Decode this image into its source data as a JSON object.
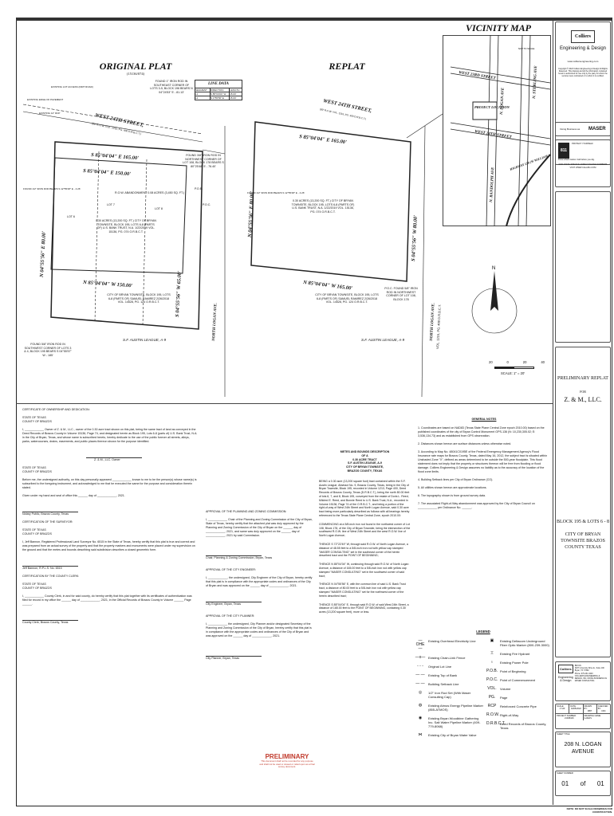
{
  "original_plat": {
    "title": "ORIGINAL PLAT",
    "subtitle": "(15136/074)",
    "street": "WEST 24TH STREET,",
    "street_sub": "(80' R.O.W. VOL. 1215, PG. 400 D.R.B.C.T.)",
    "labels": {
      "edge_pavement": "EXISTING EDGE OF PAVEMENT",
      "lot_access": "EXISTING LOT ACCESS (DIRT ROAD)",
      "rcp": "EXISTING 12\" RCP",
      "found_1in": "FOUND 1\" IRON ROD IN SOUTHEAST CORNER OF LOTS 3-5, BLOCK 196 BEARS N 04°24'53\" E - 81.13'",
      "found_38": "FOUND 3/8\" IRON ROD IN NORTHWEST CORNER OF LOT 108, BLOCK 178 BEARS S 80°25'48\" E - 76.40'",
      "found_12_left": "FOUND 1/2\" IRON ROD BEARS S 12°55'48\" E - 4.26'",
      "found_58": "FOUND 5/8\" IRON ROD IN SOUTHWEST CORNER OF LOTS 3 & 4, BLOCK 195 BEARS S 04°55'57\" W - 185'",
      "bearing_top": "S 85°04'04\" E 165.00'",
      "bearing_inner": "S 85°04'04\" E 150.00'",
      "bearing_bottom": "N 85°04'04\" W 150.00'",
      "bearing_left": "N 04°55'56\" E 80.00'",
      "bearing_right": "S 04°55'56\" W 65.00'",
      "row_abandon": "R.O.W. ABANDONMENT 0.08 ACRES (3,450 SQ. FT.)",
      "lot7": "LOT 7",
      "lot8": "LOT 8",
      "lot6": "LOT 6",
      "tract": "0.30 ACRES (13,200 SQ. FT.) CITY OF BRYAN TOWNSITE, BLOCK 195, LOTS 6-8 (PARTS OF) U.S. BANK TRUST, N.A. 1/22/2019 VOL. 15136, PG. 074 O.R.B.C.T.",
      "south_tract": "CITY OF BRYAN TOWNSITE, BLOCK 195, LOTS 6-8 (PARTS OF) SAMUEL RAMIREZ 2/26/2018 VOL. 14528, PG. 124 O.R.B.C.T.",
      "league": "S.F. AUSTIN LEAGUE, A-9",
      "logan": "NORTH LOGAN AVE.",
      "pob": "P.O.B.",
      "poc": "P.O.C."
    }
  },
  "line_data": {
    "title": "LINE DATA",
    "headers": [
      "SEGMENT",
      "DIRECTION",
      "LENGTH"
    ],
    "rows": [
      [
        "L1",
        "S 85°04'04\" W",
        "15.00'"
      ],
      [
        "L2",
        "N 4°55'56\" E",
        "15.00'"
      ]
    ]
  },
  "replat": {
    "title": "REPLAT",
    "street": "WEST 24TH STREET,",
    "street_sub": "(80' R.O.W. VOL. 1215, PG. 400 D.R.B.C.T.)",
    "bearing_top": "S 85°04'04\" E 165.00'",
    "bearing_bottom": "N 85°04'04\" W 165.00'",
    "bearing_left": "N 04°55'56\" E 80.00'",
    "bearing_right": "S 04°55'56\" W 80.00'",
    "tract": "0.30 ACRES (13,200 SQ. FT.) CITY OF BRYAN TOWNSITE, BLOCK 195, LOTS 6-8 (PARTS OF) U.S. BANK TRUST, N.A. 1/22/2019 VOL. 15136, PG. 074 O.R.B.C.T.",
    "south_tract": "CITY OF BRYAN TOWNSITE, BLOCK 195, LOTS 6-8 (PARTS OF) SAMUEL RAMIREZ 2/26/2018 VOL. 14528, PG. 124 O.R.B.C.T.",
    "league": "S.F. AUSTIN LEAGUE, A-9",
    "logan": "NORTH LOGAN AVE.",
    "logan_sub": "VOL. 1215, PG. 400 D.R.B.C.T.",
    "found_12": "FOUND 1/2\" IRON ROD BEARS S 12°55'48\" E - 4.26'",
    "found_58": "P.O.C. FOUND 5/8\" IRON ROD IN NORTHWEST CORNER OF LOT 108, BLOCK 178",
    "scale": "SCALE: 1\" = 20'",
    "scale_ticks": [
      "20",
      "0",
      "20",
      "40"
    ]
  },
  "vicinity": {
    "title": "VICINITY MAP",
    "streets": [
      "WEST 23RD STREET",
      "WEST 24TH STREET",
      "N. LOGAN AVE",
      "N. STERLING AVE",
      "N. RANDOLPH AVE",
      "HIGHWAY 158 (W WILLIAM J BRYAN PKWY)"
    ],
    "project": "PROJECT LOCATION",
    "not_to_scale": "NOT TO SCALE"
  },
  "titleblock": {
    "logo": "Colliers",
    "firm": "Engineering & Design",
    "web": "www.colliersengineering.com",
    "copyright": "Copyright © 2022 Colliers Engineering & Design All Rights Reserved. This drawing and all the information contained herein is authorized for use only by the party for whom the services were contracted or to whom it is certified.",
    "dba": "Doing Business as",
    "maser": "MASER",
    "protect": "PROTECT YOURSELF",
    "call811": "811",
    "know": "Know what's below. Call before you dig.",
    "phone_note": "FOR STATE SPECIFIC DIRECT PHONE NUMBERS VISIT: WWW.CALL811.COM",
    "prelim": "PRELIMINARY REPLAT",
    "for": "FOR",
    "owner": "Z. & M., LLC.",
    "block": "BLOCK 195 & LOTS 6 - 8",
    "city": "CITY OF BRYAN TOWNSITE BRAZOS COUNTY TEXAS",
    "office": "BRYAN\n3207 University Drive E., Suite 100\nBryan, TX 77802\nPhone: 979.431.3240\nCOLLIERS ENGINEERING & DESIGN, INC. DOING BUSINESS AS MASER CONSULTING",
    "meta_headers": [
      "SCALE:",
      "DATE:",
      "DRAWN BY:",
      "CHECKED BY:"
    ],
    "meta_values": [
      "1\"=20'",
      "04/05/2022",
      "MBT",
      "CRC"
    ],
    "project_num_label": "PROJECT NUMBER:",
    "project_num": "21008426",
    "drawing_label": "DRAWING NAME:",
    "drawing": "G-REPL",
    "sheet_title_label": "SHEET TITLE:",
    "sheet_title": "208 N. LOGAN AVENUE",
    "sheet_num_label": "SHEET NUMBER:",
    "sheet_num": "01",
    "of": "of",
    "sheet_total": "01",
    "footer": "NOTE: DO NOT SCALE DRAWINGS FOR CONSTRUCTION."
  },
  "certificates": {
    "ownership_title": "CERTIFICATE OF OWNERSHIP AND DEDICATION:",
    "state": "STATE OF TEXAS",
    "county": "COUNTY OF BRAZOS",
    "ownership_text": "I, ____________ Owner of Z. & M., LLC., owner of the 0.30 acre tract shown on this plat, being the same tract of land as conveyed in the Deed Records of Brazos County in Volume 15136, Page 74, and designated herein as Block 195, Lots 6-8 (parts of) U.S. Bank Trust, N.A. in the City of Bryan, Texas, and whose name is subscribed hereto, hereby dedicate to the use of the public forever all streets, alleys, parks, watercourses, drains, easements, and public places thereon shown for the purpose identified.",
    "owner_sig": "Z. & M., LLC. Owner",
    "notary_text": "Before me, the undersigned authority, on this day personally appeared ____________ known to me to be the person(s) whose name(s) is subscribed to the foregoing instrument, and acknowledged to me that he executed the same for the purpose and consideration therein stated.",
    "given": "Given under my hand and seal of office this ______ day of ____________, 2021.",
    "notary_sig": "Notary Public, Brazos County, Texas",
    "surveyor_title": "CERTIFICATION OF THE SURVEYOR:",
    "surveyor_text": "I, Jeff Bannon, Registered Professional Land Surveyor No. 6515 in the State of Texas, hereby certify that this plat is true and correct and was prepared from an actual survey of the property and that the property markers and monuments were placed under my supervision on the ground and that the metes and bounds describing said subdivision describes a closed geometric form.",
    "surveyor_sig": "Jeff Bannon, R.P.L.S. No. 6515",
    "clerk_title": "CERTIFICATION BY THE COUNTY CLERK:",
    "clerk_text": "I, ____________ County Clerk, in and for said county, do hereby certify that this plat together with its certificates of authentication was filed for record in my office the ______ day of ____________, 2021, in the Official Records of Brazos County in Volume ______ Page ______.",
    "clerk_sig": "County Clerk, Brazos County, Texas",
    "pz_title": "APPROVAL OF THE PLANNING AND ZONING COMMISSION:",
    "pz_text": "I, ____________ Chair of the Planning and Zoning Commission of the City of Bryan, State of Texas, hereby certify that the attached plat was duly approved by the Planning and Zoning Commission of the City of Bryan on the ______ day of ____________, 2021, and same was duly approved on the ______ day of ____________, 2021 by said Commission.",
    "pz_sig": "Chair, Planning & Zoning Commission, Bryan, Texas",
    "engineer_title": "APPROVAL OF THE CITY ENGINEER:",
    "engineer_text": "I, ____________, the undersigned, City Engineer of the City of Bryan, hereby certify that this plat is in compliance with the appropriate codes and ordinances of the City of Bryan and was approved on the ______ day of ____________, 2021.",
    "engineer_sig": "City Engineer, Bryan, Texas",
    "planner_title": "APPROVAL OF THE CITY PLANNER:",
    "planner_text": "I, ____________ the undersigned, City Planner and/or designated Secretary of the Planning and Zoning Commission of the City of Bryan, hereby certify that this plat is in compliance with the appropriate codes and ordinances of the City of Bryan and was approved on the ______ day of ____________, 2021.",
    "planner_sig": "City Planner, Bryan, Texas",
    "preliminary": "PRELIMINARY",
    "prelim_note": "This document shall not be recorded for any purpose and shall not be used or viewed or relied upon as a final survey document."
  },
  "metes": {
    "title": "METES AND BOUNDS DESCRIPTION\nOF A\n0.30 ACRE TRACT\nS.F. AUSTIN LEAGUE, A-9\nCITY OF BRYAN TOWNSITE,\nBRAZOS COUNTY, TEXAS",
    "paragraphs": [
      "BEING a 0.30 acre (13,200 square foot) tract contained within the S.F. Austin League, Abstract No. 9, Brazos County, Texas, being in the City of Bryan Townsite, Block 195, recorded in Volume 1213, Page 400, Deed Records of Brazos County, Texas (D.R.B.C.T.), being the north 80.00 feet of lots 6, 7, and 8, Block 195, conveyed from the estate of Doris L. Reed, Mildred E. Reed, and Bonnie Reed to U.S. Bank Trust, N.A., recorded in Volume 15136, Page 74 of the O.R.B.C.T., and being a portion of the right-of-way of West 24th Street and North Logan Avenue, said 0.30 acre tract being more particularly described as follows with all bearings hereby referenced to the Texas State Plane Central Zone, epoch 2010.00:",
      "COMMENCING at a 5/8-inch iron rod found in the northwest corner of Lot 108, Block 178, of the City of Bryan Townsite, being the intersection of the southwest R.O.W. line of West 24th Street and the west R.O.W. line of North Logan Avenue;",
      "THENCE S 72°22'49\" W, through said R.O.W. of North Logan Avenue, a distance of 48.55 feet to a 5/8-inch iron rod with yellow cap stamped \"MASER CONSULTING\" set in the southeast corner of the herein described tract and the POINT OF BEGINNING;",
      "THENCE N 85°04'04\" W, continuing through said R.O.W. of North Logan Avenue, a distance of 165.00 feet to a 5/8-inch iron rod with yellow cap stamped \"MASER CONSULTING\" set in the southwest corner of said tract;",
      "THENCE N 04°55'56\" E, with the common line of said U.S. Bank Trust tract, a distance of 80.00 feet to a 5/8-inch iron rod with yellow cap stamped \"MASER CONSULTING\" set for the northwest corner of the herein described tract;",
      "THENCE S 85°04'04\" E, through said R.O.W. of said West 24th Street, a distance of 165.00 feet to the POINT OF BEGINNING, containing 0.30 acres (13,200 square feet), more or less."
    ]
  },
  "general_notes": {
    "title": "GENERAL NOTES",
    "items": [
      "1. Coordinates are based on NAD83 (Texas State Plane Central Zone epoch 2010.00) based on the published coordinates of the city of Bryan Control Monument GPS-136 (N: 10,230,305.02; E: 3,536,134.73) and as established from GPS observation.",
      "2. Distances shown hereon are surface distances unless otherwise noted.",
      "3. According to Map No. 48041C0195E of the Federal Emergency Management Agency's Flood Insurance rate maps for Brazos County, Texas, dated May 16, 2012, the subject tract is situated within Unshaded Zone \"X\", defined as areas determined to be outside the 500-year floodplain. This flood statement does not imply that the property or structures thereon will be free from flooding or flood damage. Colliers Engineering & Design assumes no liability as to the accuracy of the location of the flood zone limits.",
      "4. Building Setback lines per City of Bryan Ordinance (CO).",
      "5. All utilities shown hereon are approximate locations.",
      "6. The topography shown is from ground survey data.",
      "7. The associated Right-of-Way abandonment was approved by the City of Bryan Council on ____________ per Ordinance No. ______."
    ]
  },
  "legend": {
    "title": "LEGEND",
    "left": [
      [
        "—OHE—",
        "Existing Overhead Electricity Line"
      ],
      [
        "—x—",
        "Existing Chain-Link Fence"
      ],
      [
        "- - -",
        "Original Lot Line"
      ],
      [
        "— —",
        "Existing Top of Bank"
      ],
      [
        "— —",
        "Building Setback Line"
      ],
      [
        "◎",
        "1/2\" Iron Rod Set (With Maser Consulting Cap)"
      ],
      [
        "◍",
        "Existing Atmos Energy Pipeline Marker (855-ATMOS)"
      ],
      [
        "◉",
        "Existing Bryan Woodbine Gathering Inc. Salt Water Pipeline Marker (409-779-8068)"
      ],
      [
        "⋈",
        "Existing City of Bryan Water Valve"
      ]
    ],
    "right": [
      [
        "▣",
        "Existing Deltacom Underground Fiber Optic Marker (800-239-3000)"
      ],
      [
        "♖",
        "Existing Fire Hydrant"
      ],
      [
        "♁",
        "Existing Power Pole"
      ],
      [
        "P.O.B.",
        "Point of Beginning"
      ],
      [
        "P.O.C.",
        "Point of Commencement"
      ],
      [
        "VOL.",
        "Volume"
      ],
      [
        "PG.",
        "Page"
      ],
      [
        "RCP",
        "Reinforced Concrete Pipe"
      ],
      [
        "R.O.W.",
        "Right-of-Way"
      ],
      [
        "D.R.B.C.T.",
        "Deed Records of Brazos County, Texas"
      ]
    ]
  },
  "colors": {
    "line": "#222222",
    "preliminary": "#c0392b"
  }
}
